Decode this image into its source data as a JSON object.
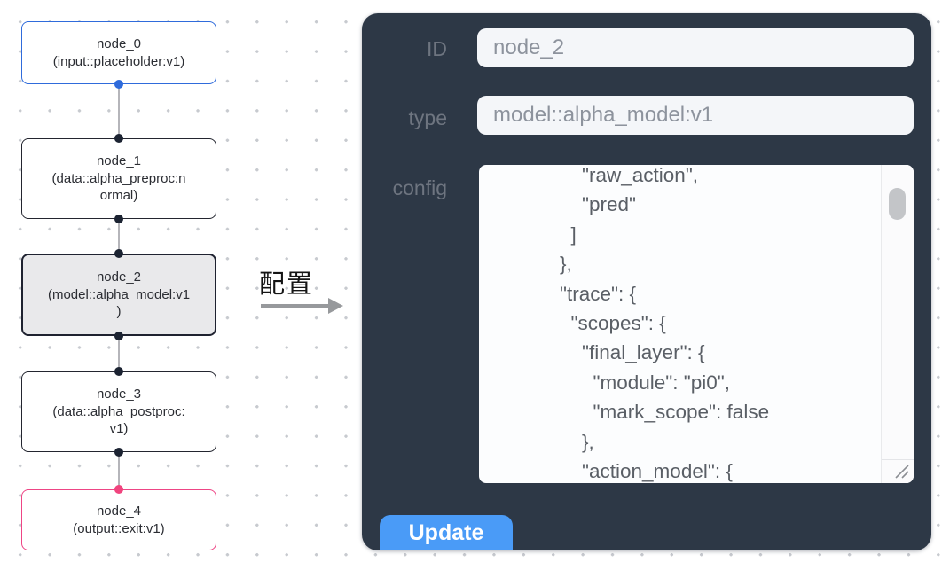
{
  "canvas": {
    "nodes": [
      {
        "name": "node_0",
        "type": "(input::placeholder:v1)",
        "accent": "#2f6bdb",
        "selected": false
      },
      {
        "name": "node_1",
        "type": "(data::alpha_preproc:n\normal)",
        "accent": "#23252f",
        "selected": false
      },
      {
        "name": "node_2",
        "type": "(model::alpha_model:v1\n)",
        "accent": "#1f2230",
        "selected": true
      },
      {
        "name": "node_3",
        "type": "(data::alpha_postproc:\nv1)",
        "accent": "#23252f",
        "selected": false
      },
      {
        "name": "node_4",
        "type": "(output::exit:v1)",
        "accent": "#ee4585",
        "selected": false
      }
    ],
    "annotation": {
      "label": "配置",
      "arrow_direction": "right"
    }
  },
  "panel": {
    "id_label": "ID",
    "id_value": "node_2",
    "type_label": "type",
    "type_value": "model::alpha_model:v1",
    "config_label": "config",
    "config_text": "                \"raw_action\",\n                \"pred\"\n              ]\n            },\n            \"trace\": {\n              \"scopes\": {\n                \"final_layer\": {\n                  \"module\": \"pi0\",\n                  \"mark_scope\": false\n                },\n                \"action_model\": {",
    "update_label": "Update"
  },
  "colors": {
    "panel_bg": "#2d3846",
    "input_bg": "#f4f6f9",
    "button_blue": "#4a9bf7",
    "node_selected_bg": "#e9e9eb",
    "node_input_border": "#2f6bdb",
    "node_output_border": "#ee4585",
    "handle_dark": "#1c2332",
    "edge_gray": "#b5b5ba",
    "dot_grid": "#c7cacf"
  }
}
